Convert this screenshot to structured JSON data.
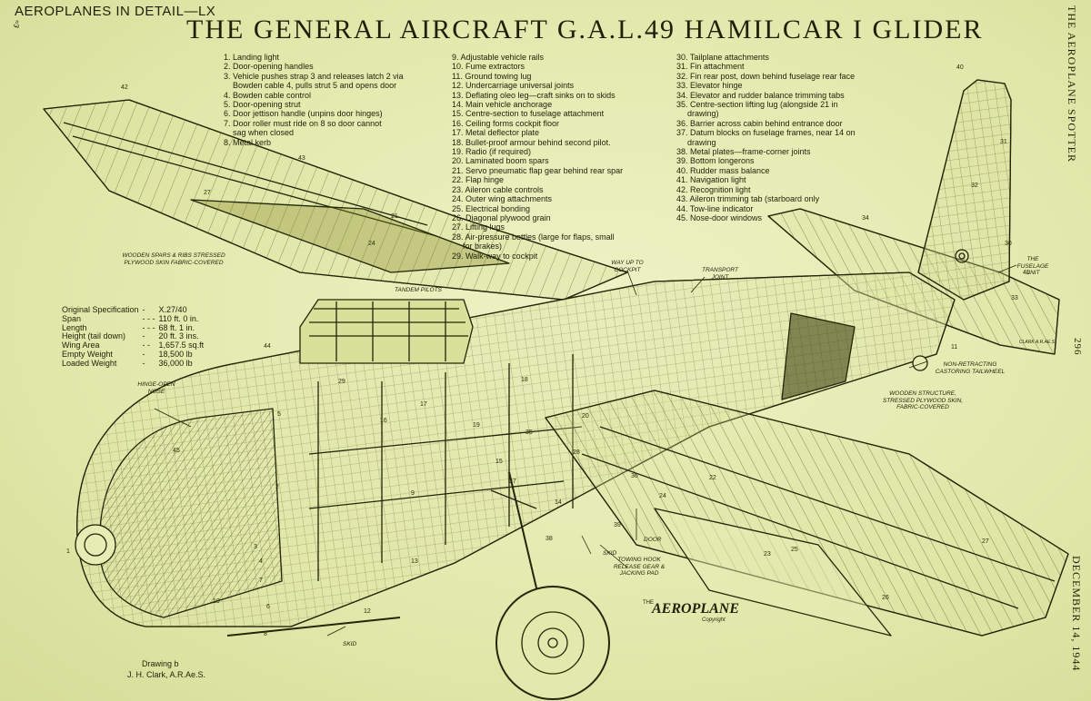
{
  "header": {
    "series": "AEROPLANES IN DETAIL—LX",
    "title": "THE GENERAL AIRCRAFT G.A.L.49 HAMILCAR I GLIDER",
    "corner_mark": "£≈"
  },
  "side": {
    "publication": "THE AEROPLANE SPOTTER",
    "page_number": "296",
    "date": "DECEMBER 14, 1944"
  },
  "key": {
    "column1": [
      "1. Landing light",
      "2. Door-opening handles",
      "3. Vehicle pushes strap 3 and releases latch 2 via",
      "   Bowden cable 4, pulls strut 5 and opens door",
      "4. Bowden cable control",
      "5. Door-opening strut",
      "6. Door jettison handle (unpins door hinges)",
      "7. Door roller must ride on 8 so door cannot",
      "   sag when closed",
      "8. Metal kerb"
    ],
    "column2": [
      "9. Adjustable vehicle rails",
      "10. Fume extractors",
      "11. Ground towing lug",
      "12. Undercarriage universal joints",
      "13. Deflating oleo leg—craft sinks on to skids",
      "14. Main vehicle anchorage",
      "15. Centre-section to fuselage attachment",
      "16. Ceiling forms cockpit floor",
      "17. Metal deflector plate",
      "18. Bullet-proof armour behind second pilot.",
      "19. Radio (if required)",
      "20. Laminated boom spars",
      "21. Servo pneumatic flap gear behind rear spar",
      "22. Flap hinge",
      "23. Aileron cable controls",
      "24. Outer wing attachments",
      "25. Electrical bonding",
      "26. Diagonal plywood grain",
      "27. Lifting lugs",
      "28. Air-pressure bottles (large for flaps, small",
      "    for brakes)",
      "29. Walk-way to cockpit"
    ],
    "column3": [
      "30. Tailplane attachments",
      "31. Fin attachment",
      "32. Fin rear post, down behind fuselage rear face",
      "33. Elevator hinge",
      "34. Elevator and rudder balance trimming tabs",
      "35. Centre-section lifting lug (alongside 21 in",
      "    drawing)",
      "36. Barrier across cabin behind entrance door",
      "37. Datum blocks on fuselage frames, near 14 on",
      "    drawing",
      "38. Metal plates—frame-corner joints",
      "39. Bottom longerons",
      "40. Rudder mass balance",
      "41. Navigation light",
      "42. Recognition light",
      "43. Aileron trimming tab (starboard only",
      "44. Tow-line indicator",
      "45. Nose-door windows"
    ]
  },
  "specs": {
    "rows": [
      {
        "label": "Original Specification",
        "sep": "-",
        "value": "X.27/40"
      },
      {
        "label": "Span",
        "sep": "- - -",
        "value": "110 ft. 0 in."
      },
      {
        "label": "Length",
        "sep": "- - -",
        "value": "68 ft. 1 in."
      },
      {
        "label": "Height (tail down)",
        "sep": "-",
        "value": "20 ft. 3 ins."
      },
      {
        "label": "Wing Area",
        "sep": "- -",
        "value": "1,657.5 sq.ft"
      },
      {
        "label": "Empty Weight",
        "sep": "-",
        "value": "18,500 lb"
      },
      {
        "label": "Loaded Weight",
        "sep": "-",
        "value": "36,000 lb"
      }
    ]
  },
  "annotations": {
    "wing_structure": "WOODEN SPARS & RIBS STRESSED PLYWOOD SKIN FABRIC-COVERED",
    "tandem_pilots": "TANDEM PILOTS",
    "way_up": "WAY UP TO COCKPIT",
    "transport_joint": "TRANSPORT JOINT",
    "fuselage_unit": "THE FUSELAGE UNIT",
    "tailwheel": "NON-RETRACTING CASTORING TAILWHEEL",
    "wooden_structure": "WOODEN STRUCTURE, STRESSED PLYWOOD SKIN, FABRIC-COVERED",
    "hinge_nose": "HINGE-OPEN NOSE",
    "door": "DOOR",
    "skid_1": "SKID",
    "skid_2": "SKID",
    "towing_hook": "TOWING HOOK RELEASE GEAR & JACKING PAD",
    "signature": "CLARK A.R.Ae.S"
  },
  "branding": {
    "logo": "THE AEROPLANE",
    "copyright": "Copyright"
  },
  "credit": {
    "line1": "Drawing b",
    "line2": "J. H. Clark, A.R.Ae.S."
  },
  "callout_numbers": [
    "42",
    "43",
    "27",
    "21",
    "24",
    "40",
    "31",
    "34",
    "33",
    "41",
    "11",
    "44",
    "1",
    "3",
    "7",
    "2",
    "5",
    "16",
    "17",
    "18",
    "29",
    "13",
    "12",
    "26",
    "25",
    "23",
    "22",
    "24",
    "27",
    "10",
    "15",
    "14",
    "19",
    "6",
    "4",
    "8",
    "9",
    "20",
    "28",
    "32",
    "30",
    "35",
    "36",
    "37",
    "38",
    "39",
    "45"
  ],
  "colors": {
    "paper": "#e6ecb4",
    "ink": "#1e2108",
    "olive_shading": "#8a8c2a"
  }
}
